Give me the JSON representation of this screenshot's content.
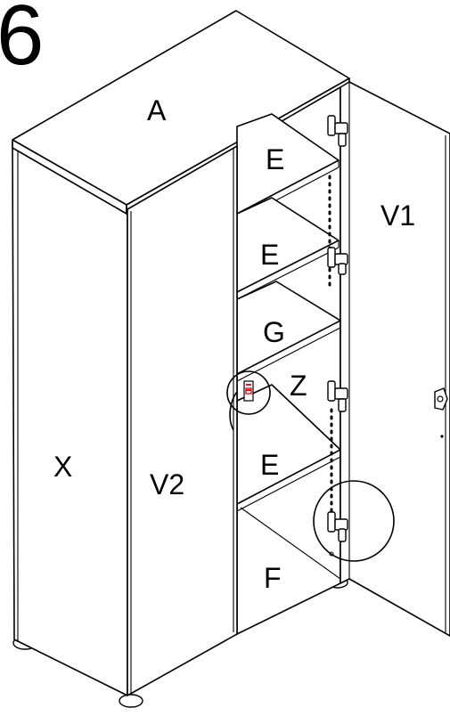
{
  "step": {
    "number": "6"
  },
  "labels": {
    "top": "A",
    "side_left": "X",
    "door_left": "V2",
    "door_right": "V1",
    "shelf_1": "E",
    "shelf_2": "E",
    "shelf_3": "G",
    "marker_z": "Z",
    "shelf_4": "E",
    "bottom": "F"
  },
  "colors": {
    "line": "#000000",
    "highlight": "#e8141c",
    "background": "#ffffff"
  },
  "icons": {
    "hinge": "hinge-icon",
    "lock": "lock-icon",
    "callout": "circle-callout"
  }
}
